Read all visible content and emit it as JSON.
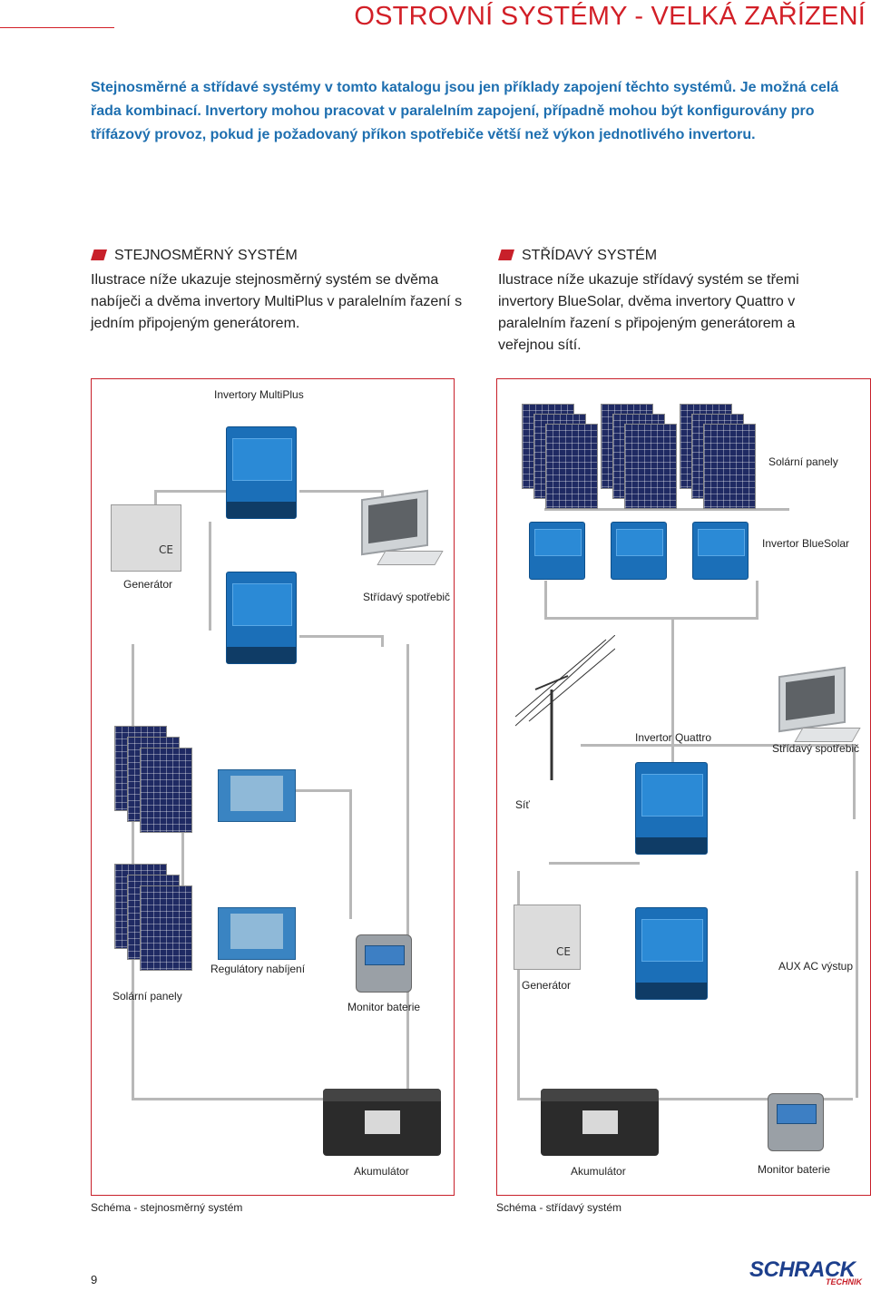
{
  "header": {
    "title": "OSTROVNÍ SYSTÉMY - VELKÁ ZAŘÍZENÍ"
  },
  "intro": "Stejnosměrné a střídavé systémy v tomto katalogu jsou jen příklady zapojení těchto systémů. Je možná celá řada kombinací. Invertory mohou pracovat v paralelním zapojení, případně mohou být konfigurovány pro třífázový provoz, pokud je požadovaný příkon spotřebiče větší než výkon jednotlivého invertoru.",
  "sections": {
    "dc": {
      "heading": "STEJNOSMĚRNÝ SYSTÉM",
      "body": "Ilustrace níže ukazuje stejnosměrný systém se dvěma nabíječi a dvěma invertory MultiPlus v paralelním řazení s jedním připojeným generátorem."
    },
    "ac": {
      "heading": "STŘÍDAVÝ SYSTÉM",
      "body": "Ilustrace níže ukazuje střídavý systém se třemi invertory BlueSolar, dvěma invertory Quattro v paralelním řazení s připojeným generátorem a veřejnou sítí."
    }
  },
  "diagram_dc": {
    "labels": {
      "inverters": "Invertory MultiPlus",
      "generator": "Generátor",
      "ac_consumer": "Střídavý spotřebič",
      "charge_controllers": "Regulátory nabíjení",
      "solar_panels": "Solární panely",
      "battery_monitor": "Monitor baterie",
      "battery": "Akumulátor"
    },
    "caption": "Schéma - stejnosměrný systém"
  },
  "diagram_ac": {
    "labels": {
      "solar_panels": "Solární panely",
      "bluesolar": "Invertor BlueSolar",
      "quattro": "Invertor Quattro",
      "ac_consumer": "Střídavý spotřebič",
      "grid": "Síť",
      "generator": "Generátor",
      "aux": "AUX AC výstup",
      "battery": "Akumulátor",
      "battery_monitor": "Monitor baterie"
    },
    "caption": "Schéma - střídavý systém"
  },
  "footer": {
    "page_number": "9",
    "logo_text": "SCHRACK",
    "logo_sub": "TECHNIK"
  },
  "ce_mark": "CE",
  "colors": {
    "accent": "#c8202a",
    "intro_blue": "#1e6fb0",
    "device_blue": "#1b6fb8"
  }
}
